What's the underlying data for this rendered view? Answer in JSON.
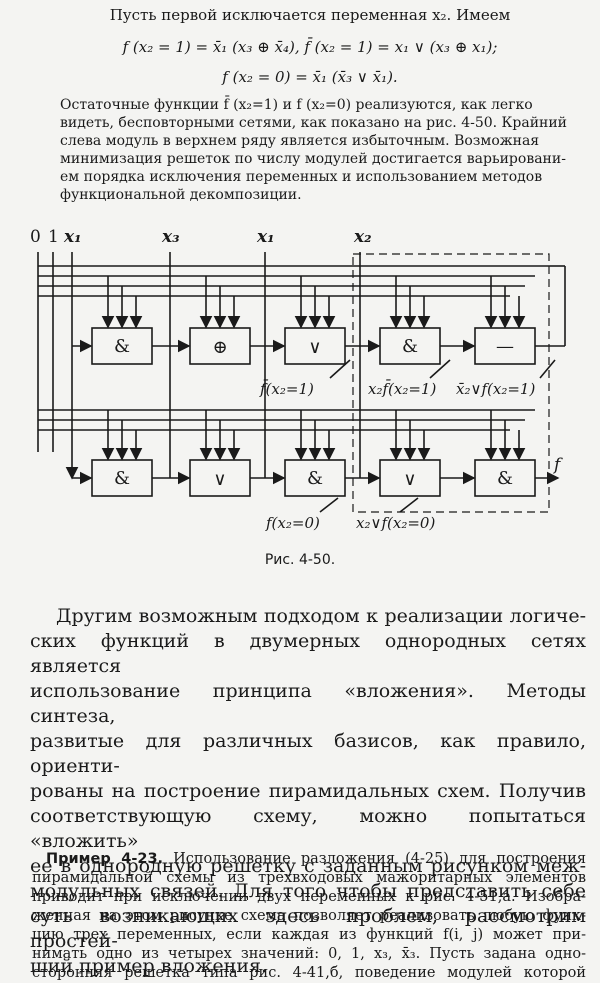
{
  "intro": "Пусть первой исключается переменная x₂. Имеем",
  "formula_1": "f (x₂ = 1) = x̄₁ (x₃ ⊕ x̄₄), f̄ (x₂ = 1) = x₁ ∨ (x₃ ⊕ x₁);",
  "formula_2": "f (x₂ = 0) = x̄₁ (x̄₃ ∨ x̄₁).",
  "paragraph_1": [
    "Остаточные функции f̄ (x₂=1) и f (x₂=0) реализуются, как легко",
    "видеть, бесповторными сетями, как показано на рис. 4-50. Крайний",
    "слева модуль в верхнем ряду является избыточным. Возможная",
    "минимизация решеток по числу модулей достигается варьировани-",
    "ем порядка исключения переменных и использованием методов",
    "функциональной декомпозиции."
  ],
  "figure": {
    "inputs": [
      "0",
      "1",
      "x₁",
      "x₃",
      "x₁",
      "x₂"
    ],
    "top_row": [
      "&",
      "⊕",
      "∨",
      "&",
      "—"
    ],
    "bottom_row": [
      "&",
      "∨",
      "&",
      "∨",
      "&"
    ],
    "labels_top": [
      "f̄(x₂=1)",
      "x₂f̄(x₂=1)",
      "x̄₂∨f(x₂=1)"
    ],
    "labels_bottom": [
      "f(x₂=0)",
      "x₂∨f(x₂=0)"
    ],
    "output": "f",
    "caption": "Рис. 4-50."
  },
  "paragraph_2": [
    "Другим возможным подходом к реализации логиче-",
    "ских функций в двумерных однородных сетях является",
    "использование принципа «вложения». Методы синтеза,",
    "развитые для различных базисов, как правило, ориенти-",
    "рованы на построение пирамидальных схем. Получив",
    "соответствующую схему, можно попытаться «вложить»",
    "ее в однородную решетку с заданным рисунком меж-",
    "модульных связей. Для того чтобы представить себе",
    "суть возникающих здесь проблем, рассмотрим простей-",
    "ший пример вложения."
  ],
  "example_title": "Пример 4-23.",
  "paragraph_3": [
    "Использование разложения (4-25) для построения",
    "пирамидальной схемы из трехвходовых мажоритарных элементов",
    "приводит при исключении двух переменных к рис. 4-51,а. Изобра-",
    "женная на этом рисунке схема позволяет реализовать любую функ-",
    "цию трех переменных, если каждая из функций f(i, j) может при-",
    "нимать одно из четырех значений: 0, 1, x₃, x̄₃. Пусть задана одно-",
    "сторонняя решетка типа рис. 4-41,б, поведение модулей которой"
  ]
}
